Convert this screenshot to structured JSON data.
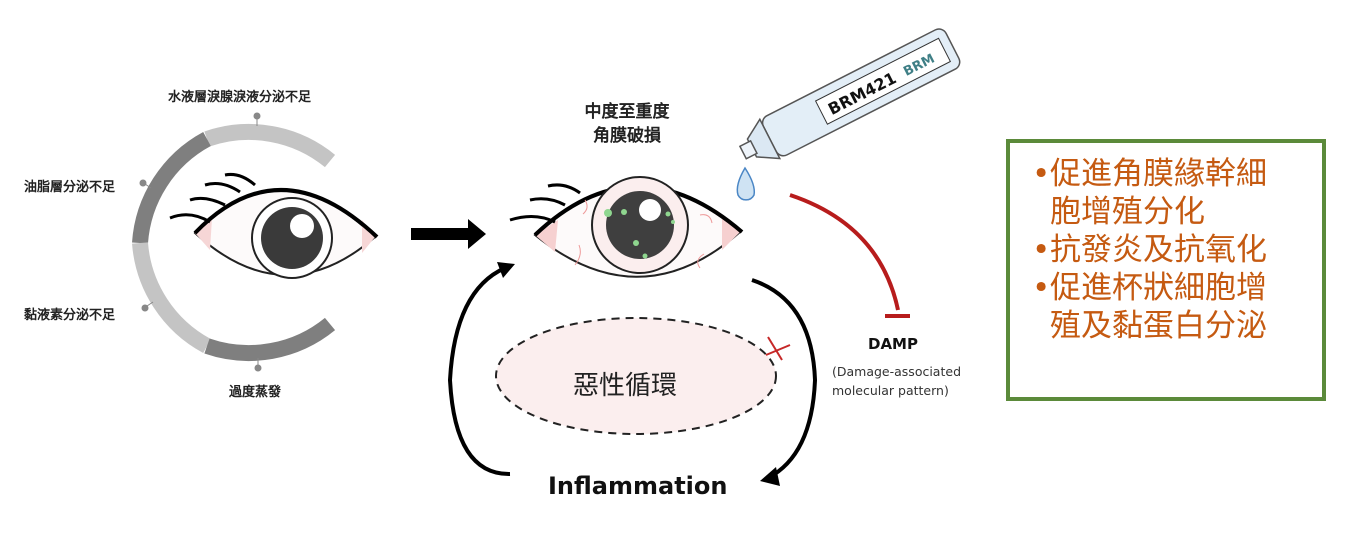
{
  "left_panel": {
    "causes": [
      {
        "label": "水液層淚腺淚液分泌不足"
      },
      {
        "label": "油脂層分泌不足"
      },
      {
        "label": "黏液素分泌不足"
      },
      {
        "label": "過度蒸發"
      }
    ]
  },
  "center_panel": {
    "title_line1": "中度至重度",
    "title_line2": "角膜破損",
    "bottle_label": "BRM421",
    "bottle_brand": "BRM",
    "cycle_label": "惡性循環",
    "inflammation_label": "Inflammation",
    "damp_label": "DAMP",
    "damp_desc_line1": "(Damage-associated",
    "damp_desc_line2": "molecular pattern)"
  },
  "benefits": {
    "items": [
      {
        "line1": "促進角膜緣幹細",
        "line2": "胞增殖分化"
      },
      {
        "line1": "抗發炎及抗氧化",
        "line2": ""
      },
      {
        "line1": "促進杯狀細胞增",
        "line2": "殖及黏蛋白分泌"
      }
    ]
  },
  "colors": {
    "benefit_text": "#c55a11",
    "benefit_border": "#5b8a3a",
    "inhibit_red": "#b71c1c"
  }
}
